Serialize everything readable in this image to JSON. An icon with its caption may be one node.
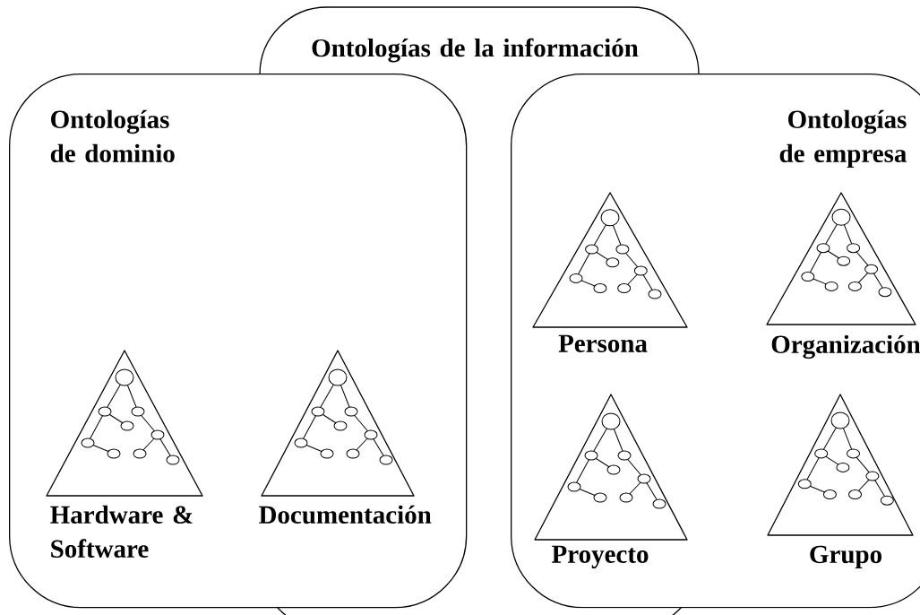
{
  "diagram": {
    "nodes": [
      {
        "text": [
          "Ontologías de la información"
        ]
      },
      {
        "text": [
          "Ontologías de dominio"
        ]
      },
      {
        "text": [
          "Hardware & Software"
        ],
        "in": 1
      },
      {
        "text": [
          "Documentación"
        ],
        "in": 1
      },
      {
        "text": [
          "Ontologías de empresa"
        ]
      },
      {
        "text": [
          "Persona"
        ],
        "in": 4
      },
      {
        "text": [
          "Organización"
        ],
        "in": 4
      },
      {
        "text": [
          "Proyecto"
        ],
        "in": 4
      },
      {
        "text": [
          "Grupo"
        ],
        "in": 4
      }
    ]
  }
}
